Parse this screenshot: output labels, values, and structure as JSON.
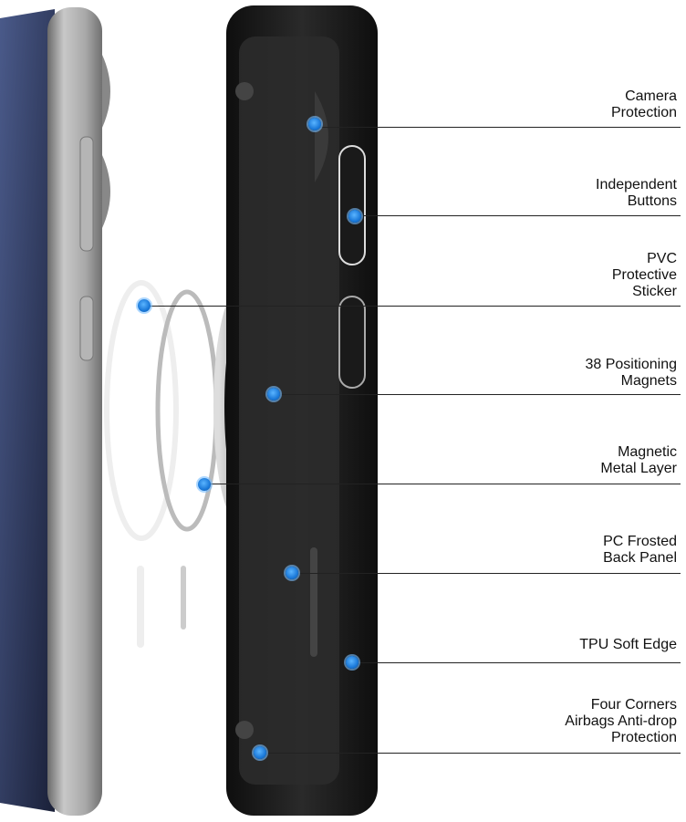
{
  "callouts": [
    {
      "lines": [
        "Camera",
        "Protection"
      ]
    },
    {
      "lines": [
        "Independent",
        "Buttons"
      ]
    },
    {
      "lines": [
        "PVC",
        "Protective",
        "Sticker"
      ]
    },
    {
      "lines": [
        "38 Positioning",
        "Magnets"
      ]
    },
    {
      "lines": [
        "Magnetic",
        "Metal Layer"
      ]
    },
    {
      "lines": [
        "PC Frosted",
        "Back Panel"
      ]
    },
    {
      "lines": [
        "TPU Soft Edge"
      ]
    },
    {
      "lines": [
        "Four Corners",
        "Airbags Anti-drop",
        "Protection"
      ]
    }
  ],
  "colors": {
    "dot": "#1a78d8",
    "case": "#1c1c1c",
    "phone_frame": "#9a9a9a",
    "screen": "#2a3350"
  }
}
